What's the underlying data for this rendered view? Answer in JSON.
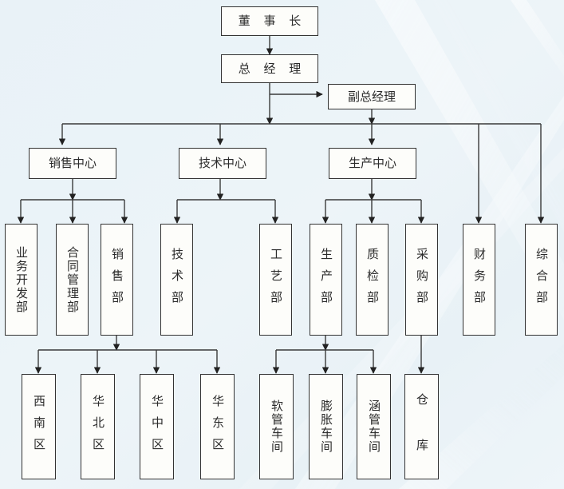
{
  "meta": {
    "title": "组织结构图",
    "background_color": "#eaf3f8",
    "box_fill": "#fdfdfa",
    "box_border": "#333333",
    "line_color": "#3a3a3a",
    "text_color": "#2b2b2b"
  },
  "nodes": {
    "chairman": {
      "label": "董 事 长"
    },
    "general_manager": {
      "label": "总 经 理"
    },
    "deputy_general_manager": {
      "label": "副总经理"
    },
    "sales_center": {
      "label": "销售中心"
    },
    "tech_center": {
      "label": "技术中心"
    },
    "production_center": {
      "label": "生产中心"
    },
    "business_dev_dept": {
      "label": "业务开发部"
    },
    "contract_mgmt_dept": {
      "label": "合同管理部"
    },
    "sales_dept": {
      "label": "销售部"
    },
    "tech_dept": {
      "label": "技术部"
    },
    "craft_dept": {
      "label": "工艺部"
    },
    "production_dept": {
      "label": "生产部"
    },
    "quality_dept": {
      "label": "质检部"
    },
    "purchasing_dept": {
      "label": "采购部"
    },
    "finance_dept": {
      "label": "财务部"
    },
    "general_affairs_dept": {
      "label": "综合部"
    },
    "southwest_region": {
      "label": "西南区"
    },
    "north_region": {
      "label": "华北区"
    },
    "central_region": {
      "label": "华中区"
    },
    "east_region": {
      "label": "华东区"
    },
    "hose_workshop": {
      "label": "软管车间"
    },
    "expansion_workshop": {
      "label": "膨胀车间"
    },
    "culvert_workshop": {
      "label": "涵管车间"
    },
    "warehouse": {
      "label": "仓 库"
    }
  }
}
